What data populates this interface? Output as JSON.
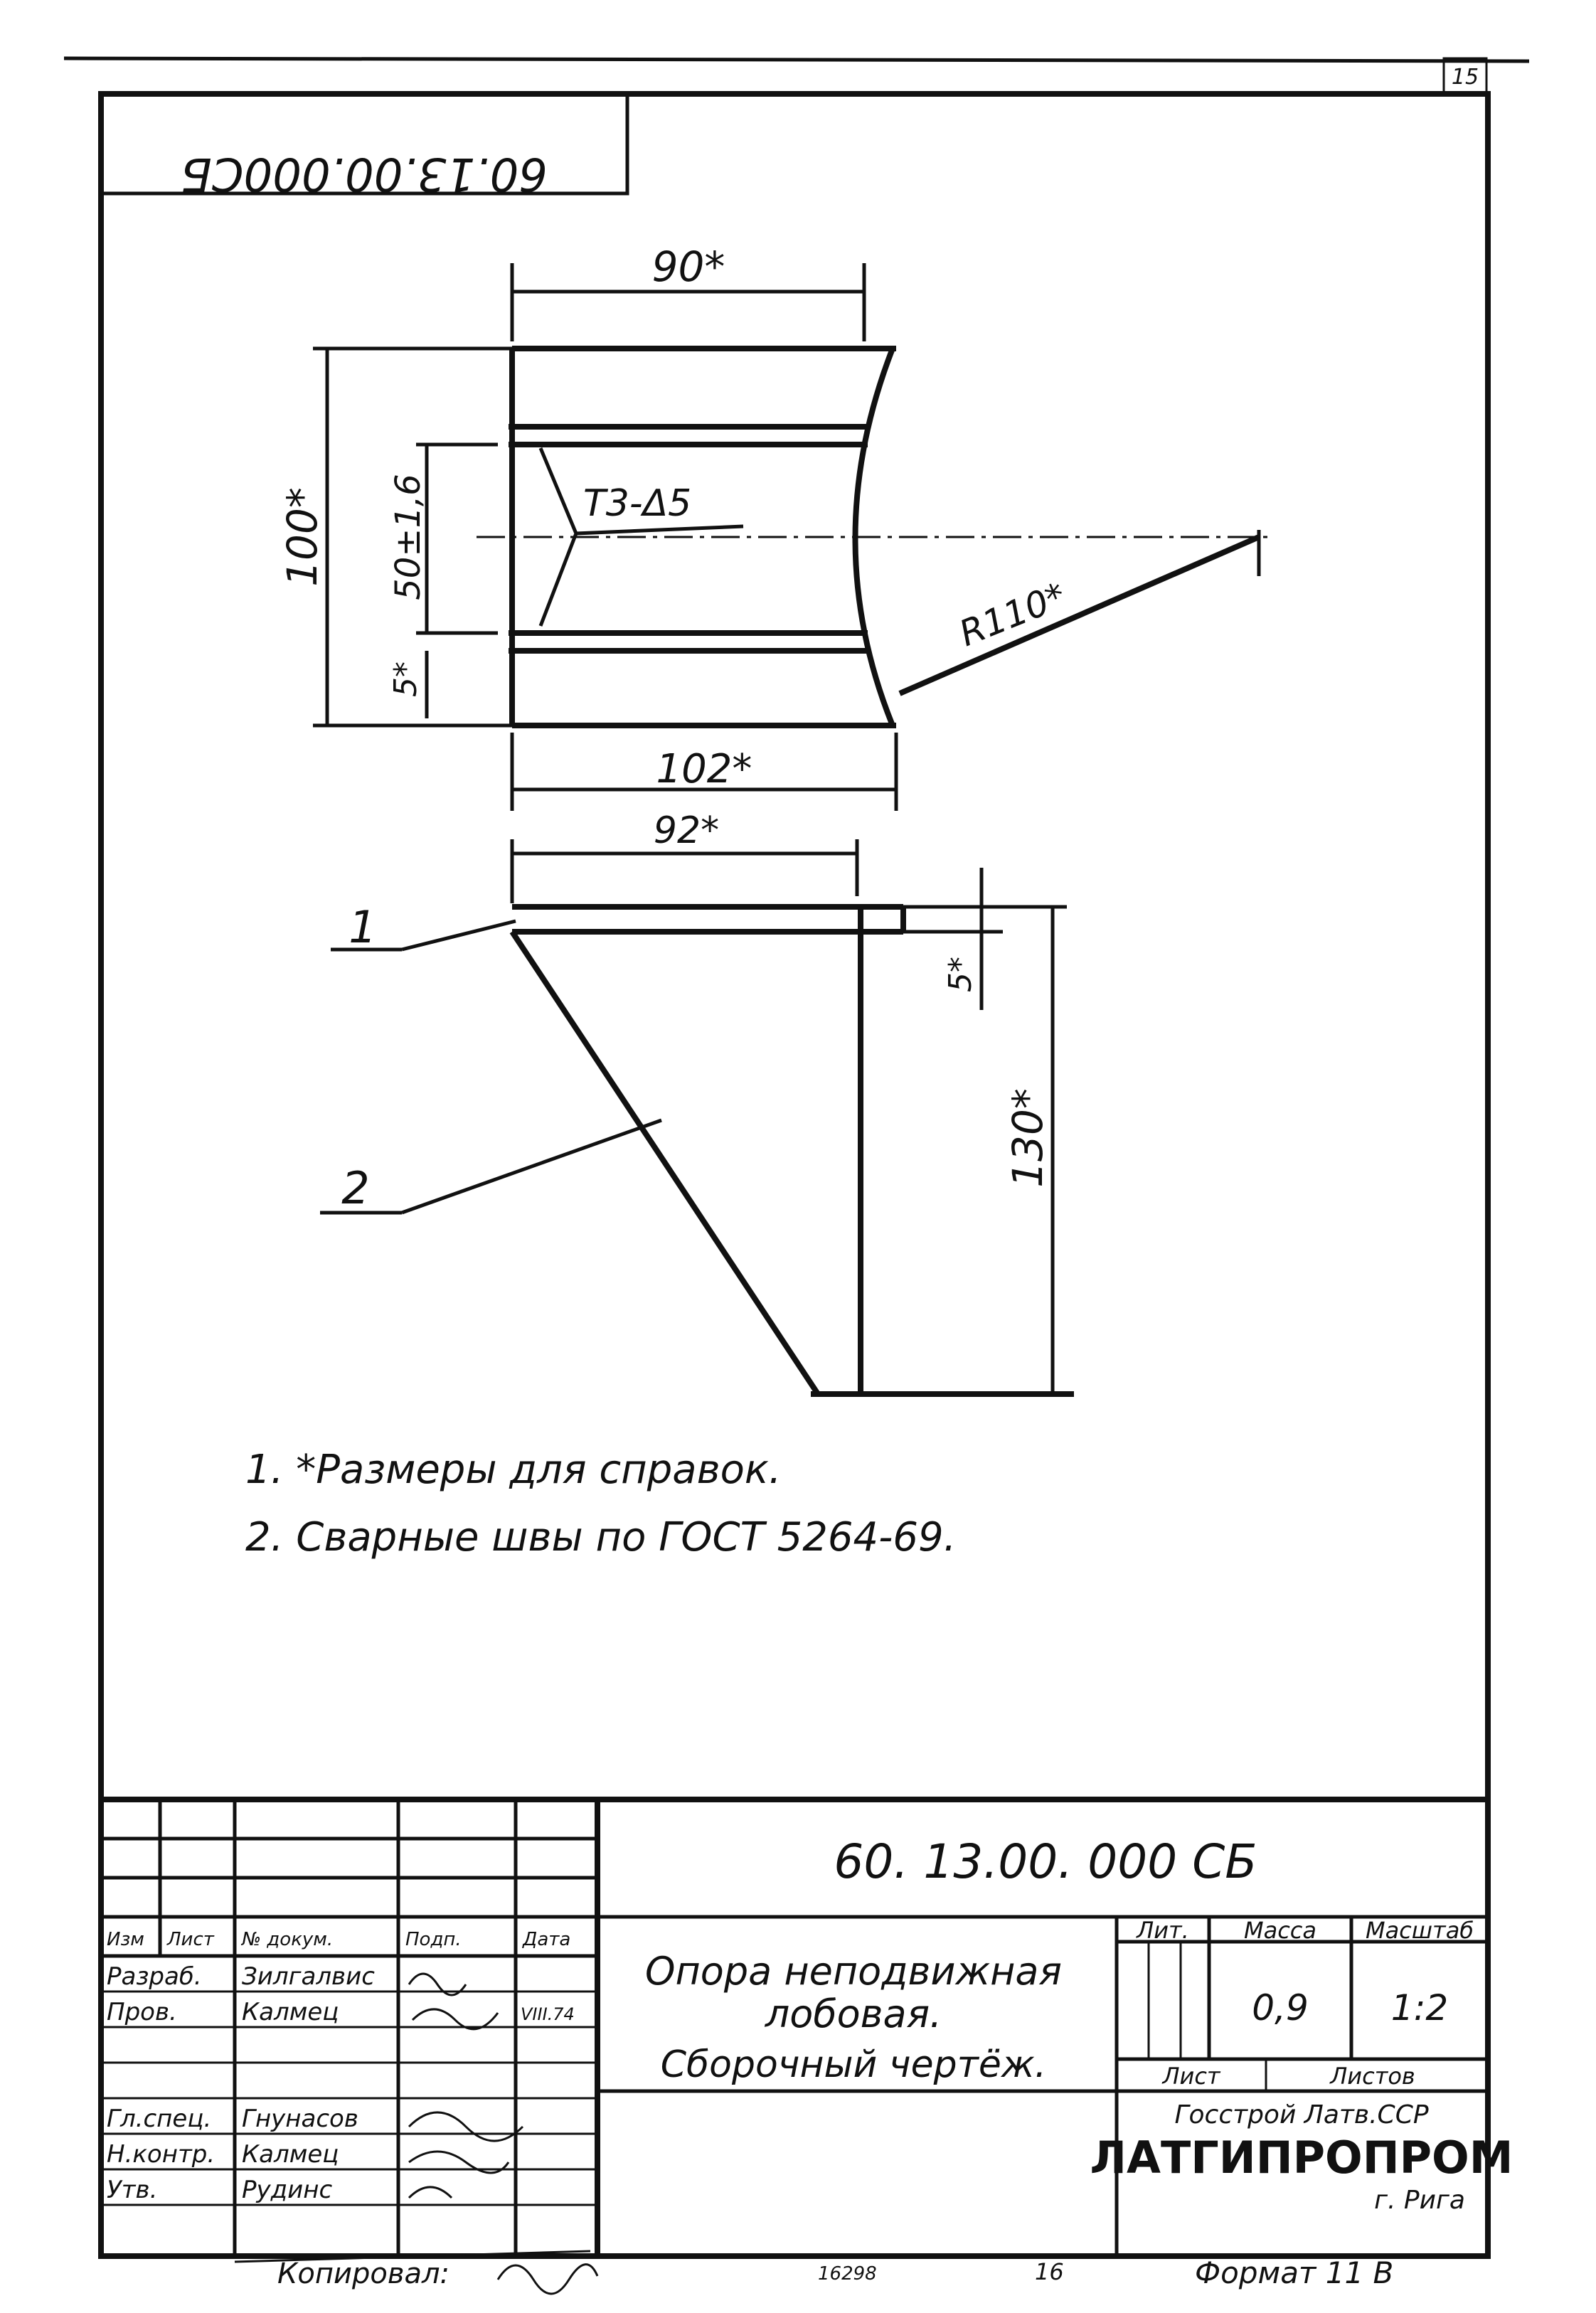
{
  "sheet_number": "15",
  "stamp_mirrored": "60.13.00.000СБ",
  "drawing": {
    "dim_width_top": "90*",
    "dim_height": "100*",
    "dim_inner": "50±1,6",
    "dim_offset": "5*",
    "weld_symbol": "Т3-Δ5",
    "dim_radius": "R110*",
    "dim_width_bottom": "102*",
    "dim_width_side": "92*",
    "dim_side_offset": "5*",
    "dim_side_height": "130*",
    "callout_1": "1",
    "callout_2": "2"
  },
  "notes": [
    "1. *Размеры для справок.",
    "2. Сварные швы  по ГОСТ 5264-69."
  ],
  "title_block": {
    "designation": "60. 13.00. 000  СБ",
    "name_line1": "Опора неподвижная",
    "name_line2": "лобовая.",
    "name_line3": "Сборочный  чертёж.",
    "col_headers": [
      "Изм",
      "Лист",
      "№ докум.",
      "Подп.",
      "Дата"
    ],
    "roles": [
      "Разраб.",
      "Пров.",
      "",
      "Гл.спец.",
      "Н.контр.",
      "Утв."
    ],
    "names": [
      "Зилгалвис",
      "Калмец",
      "",
      "Гнунасов",
      "Калмец",
      "Рудинс"
    ],
    "date": "VIII.74",
    "lit_label": "Лит.",
    "mass_label": "Масса",
    "scale_label": "Масштаб",
    "mass_value": "0,9",
    "scale_value": "1:2",
    "sheet_label": "Лист",
    "sheets_label": "Листов",
    "org_line1": "Госстрой Латв.ССР",
    "org_line2": "ЛАТГИПРОПРОМ",
    "org_city": "г. Рига"
  },
  "footer": {
    "copied": "Копировал:",
    "code": "16298",
    "num": "16",
    "format": "Формат 11 В"
  }
}
